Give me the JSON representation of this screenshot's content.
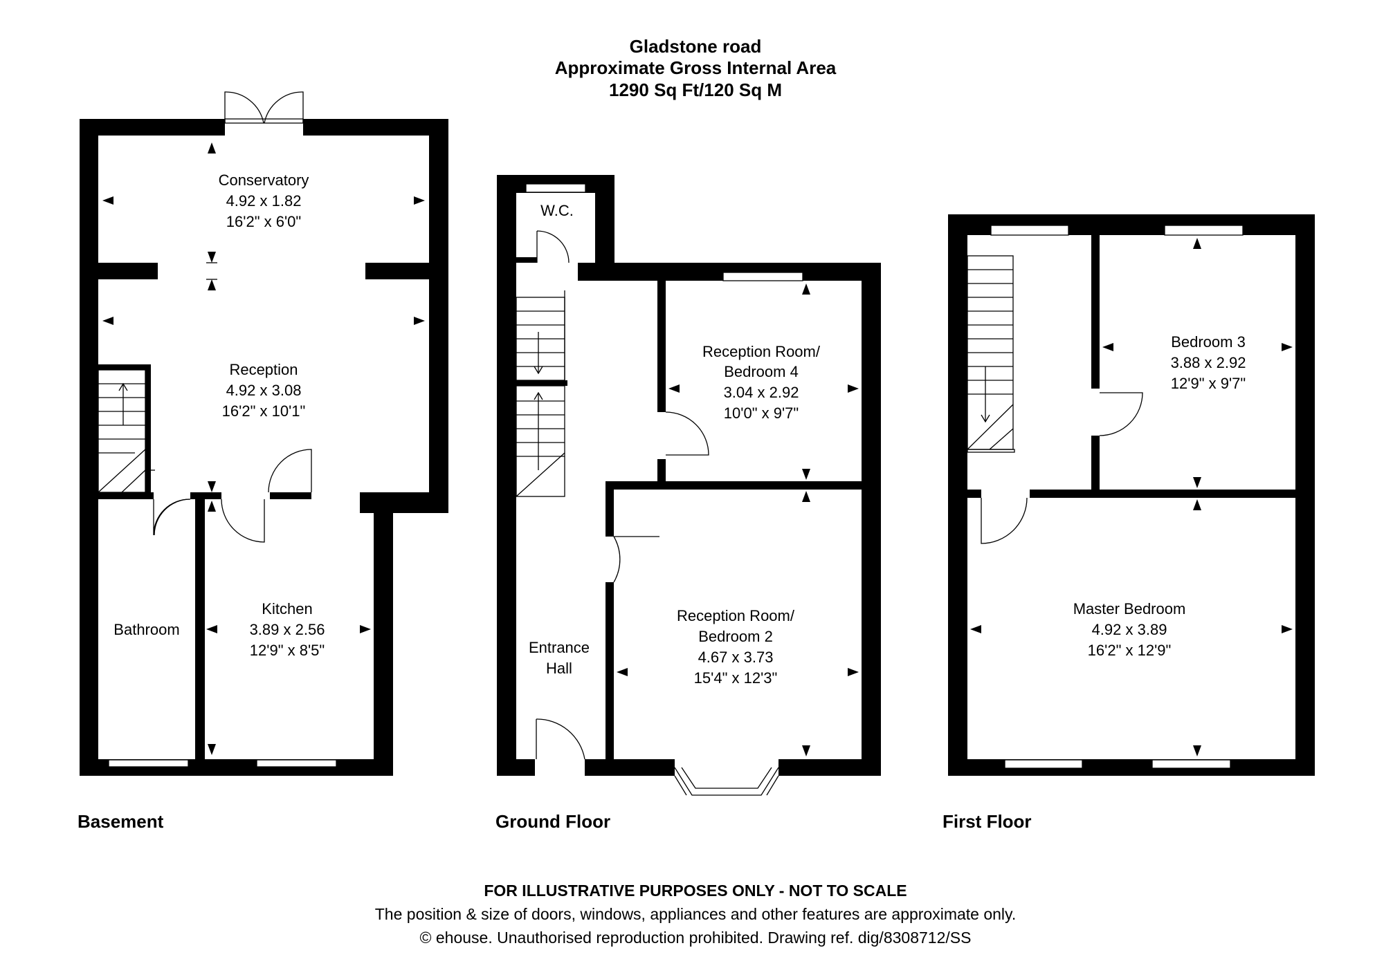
{
  "header": {
    "title": "Gladstone road",
    "subtitle": "Approximate Gross Internal Area",
    "area": "1290 Sq Ft/120 Sq M"
  },
  "floors": {
    "basement": {
      "label": "Basement",
      "rooms": {
        "conservatory": {
          "name": "Conservatory",
          "metric": "4.92 x 1.82",
          "imperial": "16'2\" x 6'0\""
        },
        "reception": {
          "name": "Reception",
          "metric": "4.92 x 3.08",
          "imperial": "16'2\" x 10'1\""
        },
        "bathroom": {
          "name": "Bathroom"
        },
        "kitchen": {
          "name": "Kitchen",
          "metric": "3.89 x 2.56",
          "imperial": "12'9\" x 8'5\""
        }
      }
    },
    "ground": {
      "label": "Ground Floor",
      "rooms": {
        "wc": {
          "name": "W.C."
        },
        "bed4": {
          "name1": "Reception Room/",
          "name2": "Bedroom 4",
          "metric": "3.04 x 2.92",
          "imperial": "10'0\" x 9'7\""
        },
        "bed2": {
          "name1": "Reception Room/",
          "name2": "Bedroom 2",
          "metric": "4.67 x 3.73",
          "imperial": "15'4\" x 12'3\""
        },
        "hall": {
          "name1": "Entrance",
          "name2": "Hall"
        }
      }
    },
    "first": {
      "label": "First Floor",
      "rooms": {
        "bed3": {
          "name": "Bedroom 3",
          "metric": "3.88 x 2.92",
          "imperial": "12'9\" x 9'7\""
        },
        "master": {
          "name": "Master Bedroom",
          "metric": "4.92 x 3.89",
          "imperial": "16'2\" x 12'9\""
        }
      }
    }
  },
  "disclaimer": {
    "line1": "FOR ILLUSTRATIVE PURPOSES ONLY - NOT TO SCALE",
    "line2": "The position & size of doors, windows, appliances and other features are approximate only.",
    "line3": "© ehouse. Unauthorised reproduction prohibited. Drawing ref. dig/8308712/SS"
  }
}
